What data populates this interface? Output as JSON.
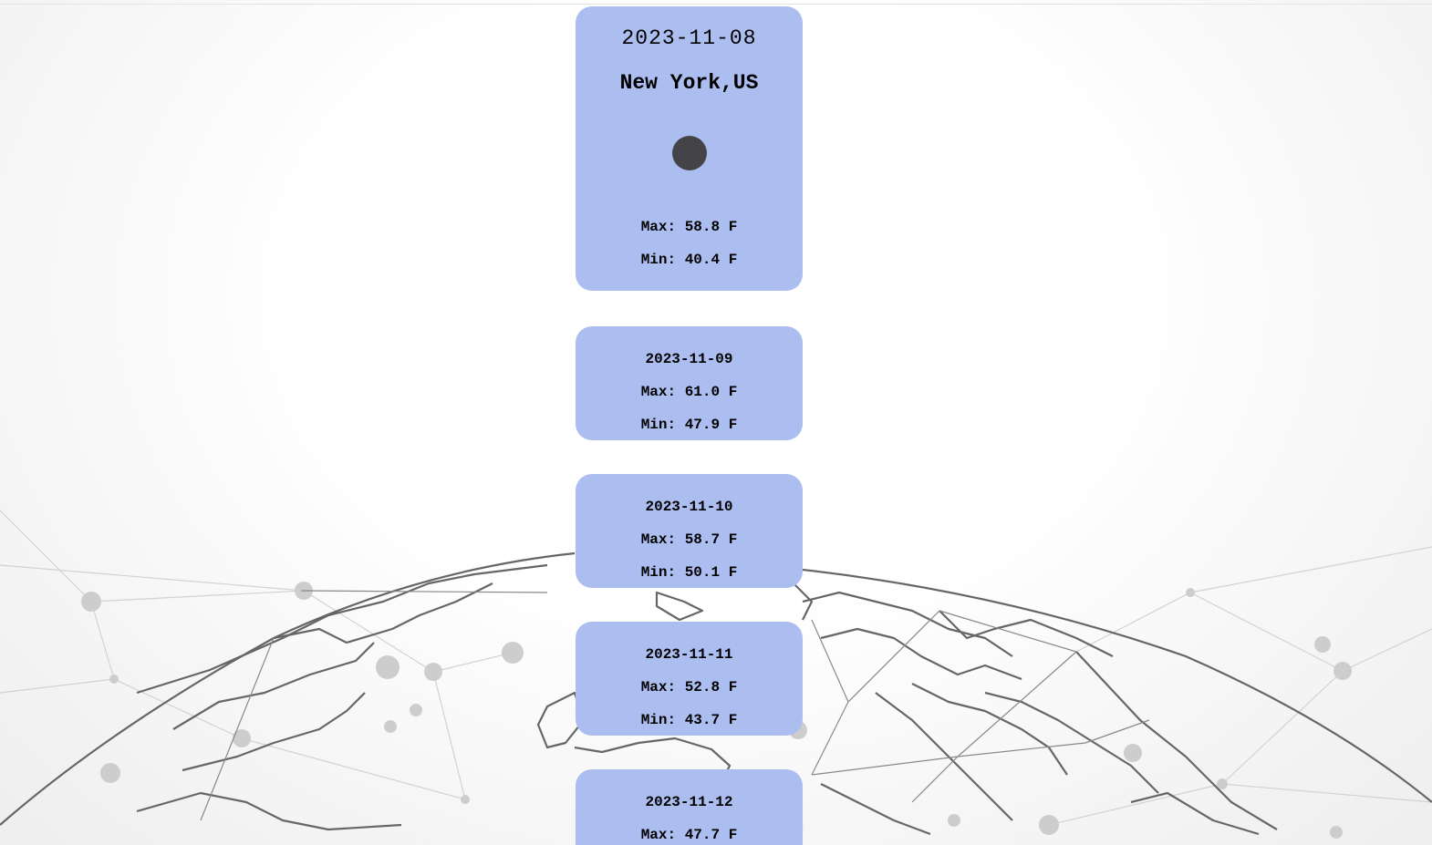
{
  "main_card": {
    "date": "2023-11-08",
    "city": "New York,US",
    "icon": "weather-condition-icon",
    "max": "Max: 58.8 F",
    "min": "Min: 40.4 F"
  },
  "forecast": [
    {
      "date": "2023-11-09",
      "max": "Max: 61.0 F",
      "min": "Min: 47.9 F"
    },
    {
      "date": "2023-11-10",
      "max": "Max: 58.7 F",
      "min": "Min: 50.1 F"
    },
    {
      "date": "2023-11-11",
      "max": "Max: 52.8 F",
      "min": "Min: 43.7 F"
    },
    {
      "date": "2023-11-12",
      "max": "Max: 47.7 F",
      "min": ""
    }
  ],
  "colors": {
    "card_background": "#acbdf0",
    "icon_fill": "#434348",
    "globe_lines": "#666666"
  }
}
